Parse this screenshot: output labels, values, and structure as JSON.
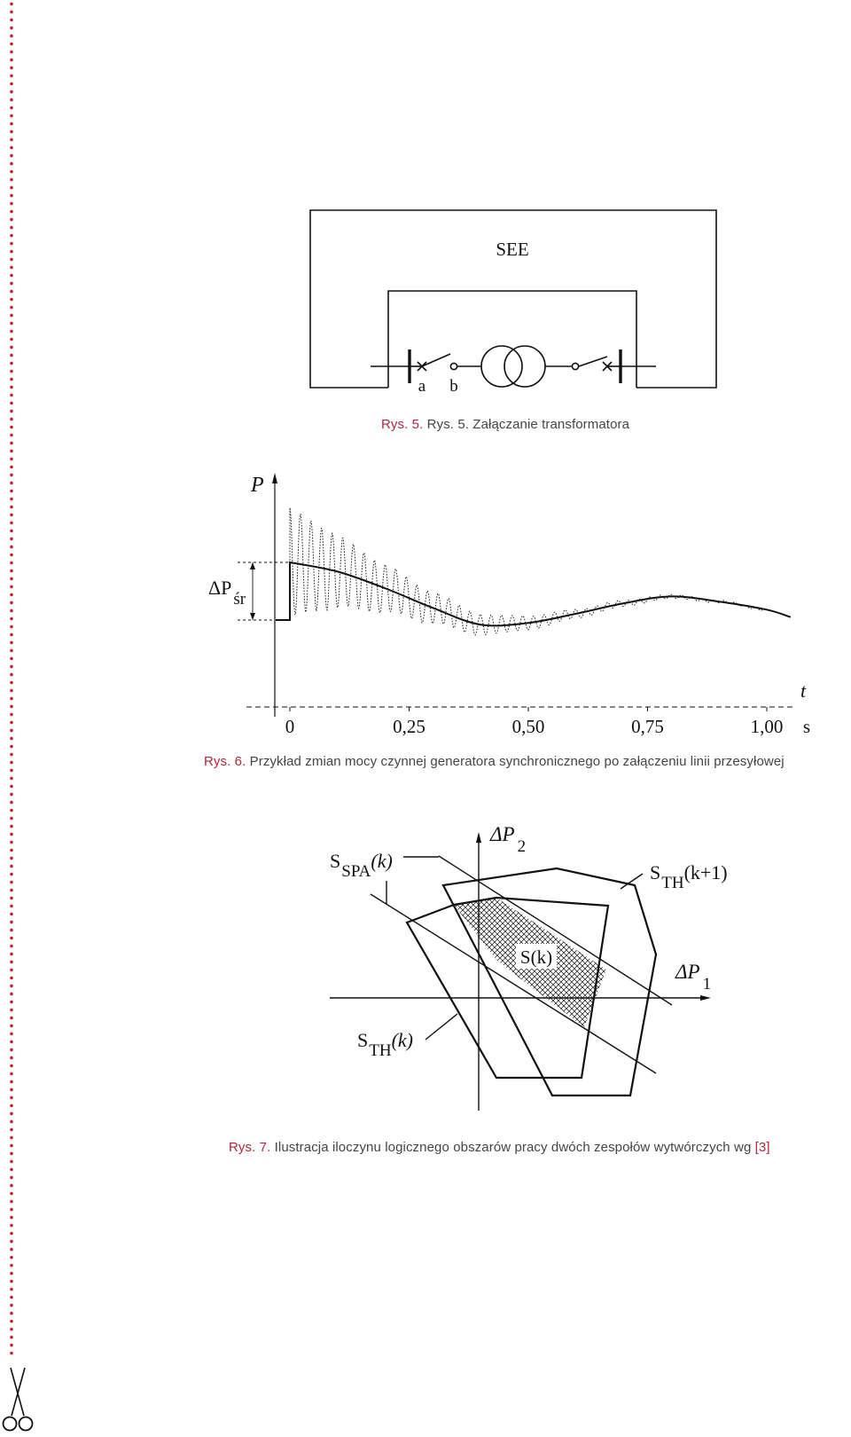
{
  "page": {
    "accent_color": "#b0283a",
    "margin_dot_color": "#c0202e",
    "margin_icon": "scissors-icon"
  },
  "fig5": {
    "label_see": "SEE",
    "label_a": "a",
    "label_b": "b",
    "caption_prefix": "Rys. 5.",
    "caption_text": " Rys. 5. Załączanie transformatora"
  },
  "fig6": {
    "y_axis_label": "P",
    "delta_label": "ΔP",
    "delta_sub": "śr",
    "t_label": "t",
    "unit_label": "s",
    "ticks": [
      "0",
      "0,25",
      "0,50",
      "0,75",
      "1,00"
    ],
    "caption_prefix": "Rys. 6.",
    "caption_text": " Przykład zmian mocy czynnej generatora synchronicznego po załączeniu linii przesyłowej"
  },
  "chart_data": {
    "type": "line",
    "xlabel": "t",
    "x_unit": "s",
    "ylabel": "P",
    "x_ticks": [
      "0",
      "0,25",
      "0,50",
      "0,75",
      "1,00"
    ],
    "annotations": [
      "ΔP śr"
    ],
    "series": [
      {
        "style": "solid",
        "x": [
          -0.03,
          0.0,
          0.0,
          0.1,
          0.2,
          0.3,
          0.4,
          0.5,
          0.6,
          0.7,
          0.8,
          0.9,
          1.0,
          1.05
        ],
        "y": [
          0.0,
          0.0,
          1.0,
          0.84,
          0.55,
          0.21,
          -0.08,
          -0.05,
          0.11,
          0.29,
          0.41,
          0.32,
          0.18,
          0.05
        ]
      },
      {
        "style": "dotted",
        "description_of_form": "decaying oscillation around the solid curve",
        "x": [
          0.0,
          0.03,
          0.5,
          1.0
        ],
        "y": [
          0.0,
          1.93,
          -0.05,
          0.18
        ]
      }
    ]
  },
  "fig7": {
    "dp2": "ΔP",
    "dp2_sub": "2",
    "dp1": "ΔP",
    "dp1_sub": "1",
    "sspa_S": "S",
    "sspa_sub": "SPA",
    "sspa_arg": "(k)",
    "sthk1_S": "S",
    "sthk1_sub": "TH",
    "sthk1_arg": "(k+1)",
    "sthk_S": "S",
    "sthk_sub": "TH",
    "sthk_arg": "(k)",
    "sk": "S(k)",
    "caption_prefix": "Rys. 7.",
    "caption_text": " Ilustracja iloczynu logicznego obszarów pracy dwóch zespołów wytwórczych wg ",
    "caption_ref": "[3]"
  }
}
